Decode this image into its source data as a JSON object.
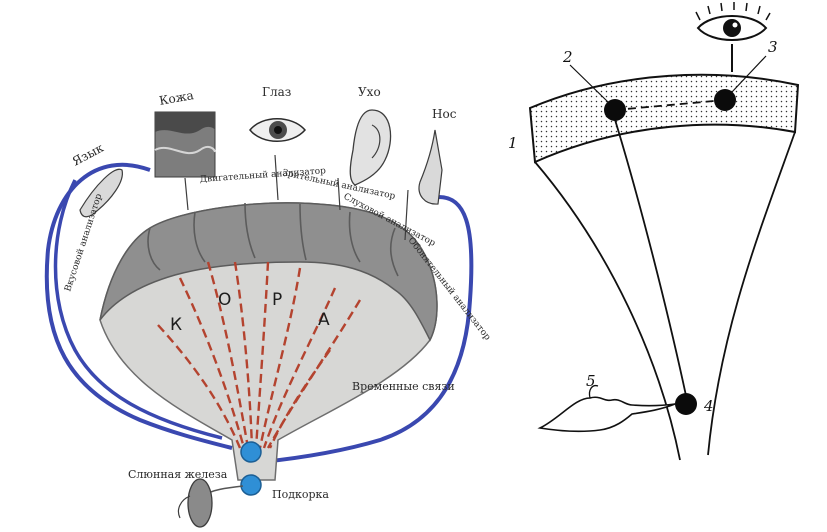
{
  "left_figure": {
    "organs": {
      "tongue": "Язык",
      "skin": "Кожа",
      "eye": "Глаз",
      "ear": "Ухо",
      "nose": "Нос"
    },
    "analyzers": {
      "gustatory": "Вкусовой анализатор",
      "tactile": "Двигательный анализатор",
      "visual": "Зрительный анализатор",
      "auditory": "Слуховой анализатор",
      "olfactory": "Обонятельный анализатор"
    },
    "cortex_letters": [
      "К",
      "О",
      "Р",
      "А"
    ],
    "temporal_links": "Временные связи",
    "salivary_gland": "Слюнная железа",
    "subcortex": "Подкорка"
  },
  "right_figure": {
    "markers": [
      "1",
      "2",
      "3",
      "4",
      "5"
    ]
  },
  "colors": {
    "nerve_path": "#3a48b0",
    "dashed_link": "#b4432f",
    "subcortex_node": "#2f8fd6",
    "cortex": "#8a8a8a",
    "dot": "#0b0b0b"
  }
}
